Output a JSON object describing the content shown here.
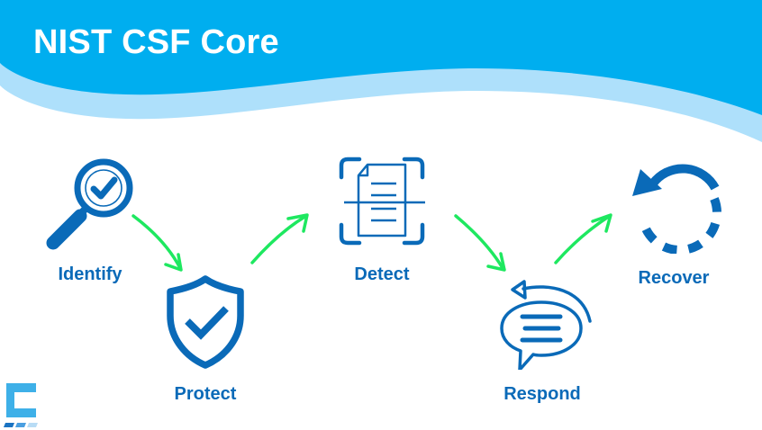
{
  "page": {
    "title": "NIST CSF Core"
  },
  "colors": {
    "banner": "#00aeef",
    "banner_wave": "#aee0fb",
    "icon_blue": "#0a6ab8",
    "arrow_green": "#1ee860",
    "logo_light": "#3eb0e8",
    "logo_dark": "#1a73c2"
  },
  "stages": [
    {
      "label": "Identify",
      "icon": "magnifier-check-icon"
    },
    {
      "label": "Protect",
      "icon": "shield-check-icon"
    },
    {
      "label": "Detect",
      "icon": "document-scan-icon"
    },
    {
      "label": "Respond",
      "icon": "chat-reply-icon"
    },
    {
      "label": "Recover",
      "icon": "recovery-cycle-icon"
    }
  ],
  "flow": [
    {
      "from": "Identify",
      "to": "Protect"
    },
    {
      "from": "Protect",
      "to": "Detect"
    },
    {
      "from": "Detect",
      "to": "Respond"
    },
    {
      "from": "Respond",
      "to": "Recover"
    }
  ],
  "logo": {
    "icon": "brand-c-logo-icon"
  }
}
